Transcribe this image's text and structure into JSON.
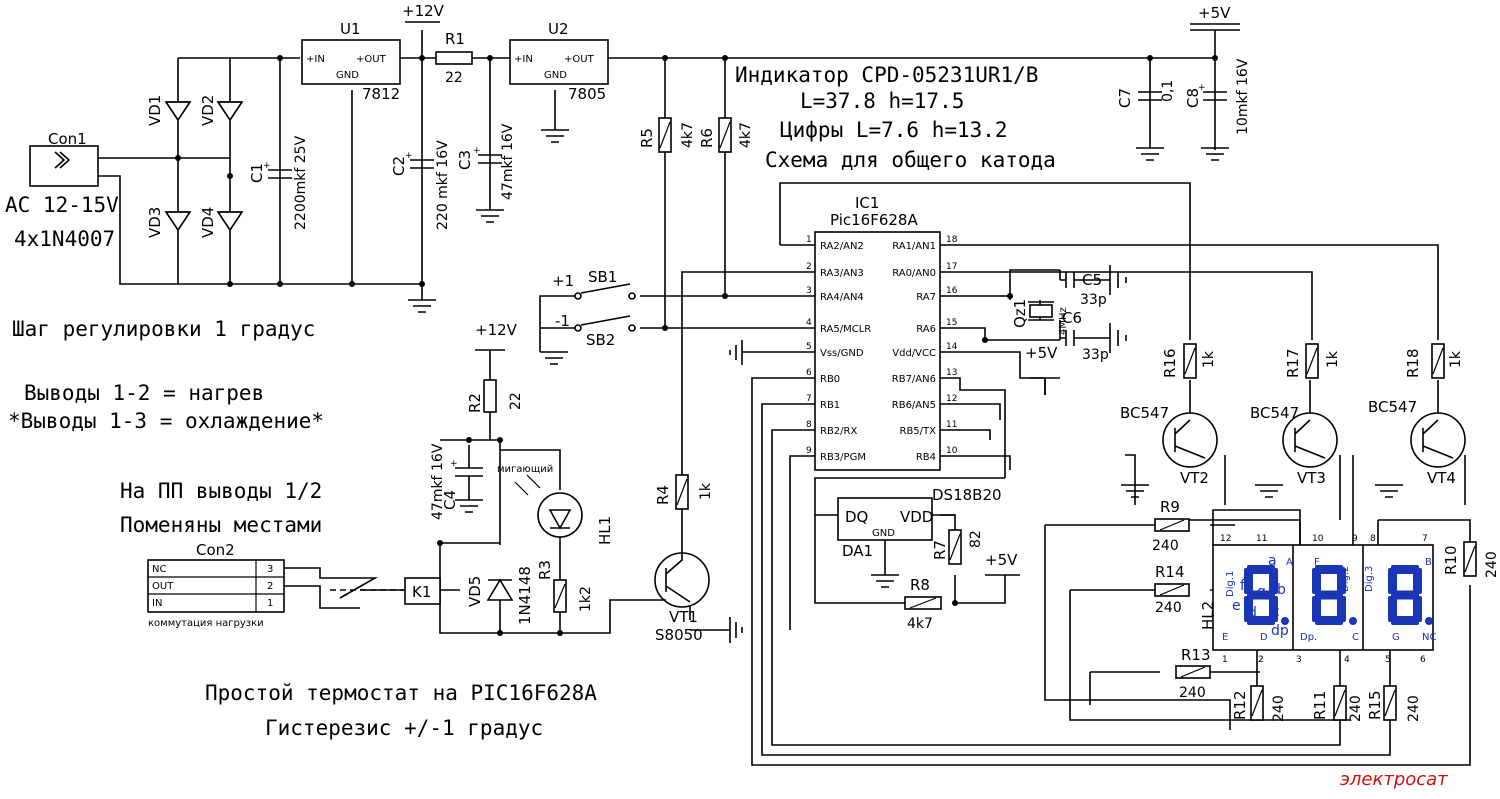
{
  "notes": {
    "indicator_title": "Индикатор CPD-05231UR1/B",
    "indicator_size": "L=37.8  h=17.5",
    "digits_size": "Цифры L=7.6  h=13.2",
    "cathode": "Схема для общего катода",
    "step": "Шаг регулировки 1 градус",
    "heat": "Выводы 1-2 = нагрев",
    "cool": "*Выводы 1-3 = охлаждение*",
    "pcb1": "На ПП выводы 1/2",
    "pcb2": "Поменяны местами",
    "title1": "Простой термостат на PIC16F628A",
    "title2": "Гистерезис +/-1 градус",
    "ac": "AC  12-15V",
    "diodes": "4x1N4007",
    "switching": "коммутация нагрузки",
    "blink": "мигающий",
    "logo": "электросат"
  },
  "rails": {
    "v12": "+12V",
    "v5": "+5V"
  },
  "regulators": {
    "u1": {
      "ref": "U1",
      "in": "+IN",
      "out": "+OUT",
      "gnd": "GND",
      "part": "7812"
    },
    "u2": {
      "ref": "U2",
      "in": "+IN",
      "out": "+OUT",
      "gnd": "GND",
      "part": "7805"
    }
  },
  "parts": {
    "con1": "Con1",
    "con2": "Con2",
    "vd1": "VD1",
    "vd2": "VD2",
    "vd3": "VD3",
    "vd4": "VD4",
    "c1": "C1",
    "c1v": "2200mkf 25V",
    "c2": "C2",
    "c2v": "220 mkf 16V",
    "c3": "C3",
    "c3v": "47mkf 16V",
    "c4": "C4",
    "c4v": "47mkf 16V",
    "c5": "C5",
    "c5v": "33p",
    "c6": "C6",
    "c6v": "33p",
    "c7": "C7",
    "c7v": "0,1",
    "c8": "C8",
    "c8v": "10mkf 16V",
    "r1": "R1",
    "r1v": "22",
    "r2": "R2",
    "r2v": "22",
    "r3": "R3",
    "r3v": "1k2",
    "r4": "R4",
    "r4v": "1k",
    "r5": "R5",
    "r5v": "4k7",
    "r6": "R6",
    "r6v": "4k7",
    "r7": "R7",
    "r7v": "82",
    "r8": "R8",
    "r8v": "4k7",
    "r9": "R9",
    "r10": "R10",
    "r11": "R11",
    "r12": "R12",
    "r13": "R13",
    "r14": "R14",
    "r15": "R15",
    "r240": "240",
    "r16": "R16",
    "r17": "R17",
    "r18": "R18",
    "r1k": "1k",
    "qz1": "Qz1",
    "qz1v": "4MHz",
    "sb1": "SB1",
    "sb2": "SB2",
    "sb1s": "+1",
    "sb2s": "-1",
    "k1": "K1",
    "vd5": "VD5",
    "vd5v": "1N4148",
    "hl1": "HL1",
    "hl2": "HL2",
    "vt1": "VT1",
    "vt1v": "S8050",
    "vt2": "VT2",
    "vt3": "VT3",
    "vt4": "VT4",
    "bc547": "BC547",
    "da1": "DA1",
    "ds": "DS18B20",
    "dq": "DQ",
    "gnd": "GND",
    "vdd": "VDD"
  },
  "con2_pins": [
    {
      "name": "NC",
      "num": "3"
    },
    {
      "name": "OUT",
      "num": "2"
    },
    {
      "name": "IN",
      "num": "1"
    }
  ],
  "ic1": {
    "ref": "IC1",
    "part": "Pic16F628A",
    "left": [
      {
        "num": "1",
        "name": "RA2/AN2"
      },
      {
        "num": "2",
        "name": "RA3/AN3"
      },
      {
        "num": "3",
        "name": "RA4/AN4"
      },
      {
        "num": "4",
        "name": "RA5/MCLR"
      },
      {
        "num": "5",
        "name": "Vss/GND"
      },
      {
        "num": "6",
        "name": "RB0"
      },
      {
        "num": "7",
        "name": "RB1"
      },
      {
        "num": "8",
        "name": "RB2/RX"
      },
      {
        "num": "9",
        "name": "RB3/PGM"
      }
    ],
    "right": [
      {
        "num": "18",
        "name": "RA1/AN1"
      },
      {
        "num": "17",
        "name": "RA0/AN0"
      },
      {
        "num": "16",
        "name": "RA7"
      },
      {
        "num": "15",
        "name": "RA6"
      },
      {
        "num": "14",
        "name": "Vdd/VCC"
      },
      {
        "num": "13",
        "name": "RB7/AN6"
      },
      {
        "num": "12",
        "name": "RB6/AN5"
      },
      {
        "num": "11",
        "name": "RB5/TX"
      },
      {
        "num": "10",
        "name": "RB4"
      }
    ]
  },
  "display": {
    "dig1": "Dig.1",
    "dig2": "Dig.2",
    "dig3": "Dig.3",
    "seg_a": "a",
    "seg_b": "b",
    "seg_c": "c",
    "seg_d": "d",
    "seg_e": "e",
    "seg_f": "f",
    "seg_g": "g",
    "seg_dp": "dp",
    "pin_a": "A",
    "pin_b": "B",
    "pin_c": "C",
    "pin_d": "D",
    "pin_e": "E",
    "pin_f": "F",
    "pin_g": "G",
    "pin_dp": "Dp.",
    "pin_nc": "NC",
    "top_pins": [
      "12",
      "11",
      "10",
      "9",
      "8",
      "7"
    ],
    "bottom_pins": [
      "1",
      "2",
      "3",
      "4",
      "5",
      "6"
    ]
  },
  "colors": {
    "wire": "#000000",
    "display": "#1a35b5",
    "logo": "#d01010"
  }
}
